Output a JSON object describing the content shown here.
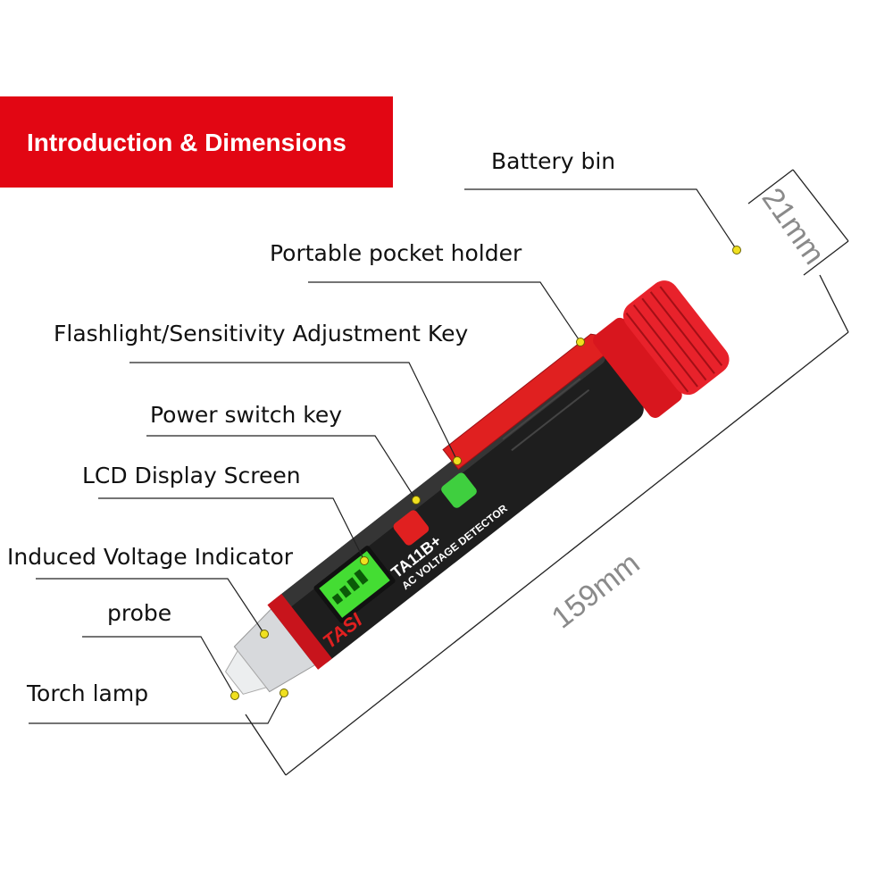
{
  "header": {
    "title": "Introduction & Dimensions"
  },
  "callouts": [
    {
      "key": "battery",
      "label": "Battery bin"
    },
    {
      "key": "holder",
      "label": "Portable pocket holder"
    },
    {
      "key": "flash",
      "label": "Flashlight/Sensitivity Adjustment Key"
    },
    {
      "key": "power",
      "label": "Power switch key"
    },
    {
      "key": "lcd",
      "label": "LCD Display Screen"
    },
    {
      "key": "indicator",
      "label": "Induced Voltage Indicator"
    },
    {
      "key": "probe",
      "label": "probe"
    },
    {
      "key": "torch",
      "label": "Torch lamp"
    }
  ],
  "dimensions": {
    "diameter": "21mm",
    "length": "159mm"
  },
  "product": {
    "brand": "TASI",
    "model": "TA11B+",
    "subtitle": "AC VOLTAGE DETECTOR"
  },
  "colors": {
    "banner": "#e20613",
    "body": "#1e1e1e",
    "accent_red": "#e02020",
    "lcd_green": "#44dd33",
    "marker_yellow": "#f0e020"
  }
}
